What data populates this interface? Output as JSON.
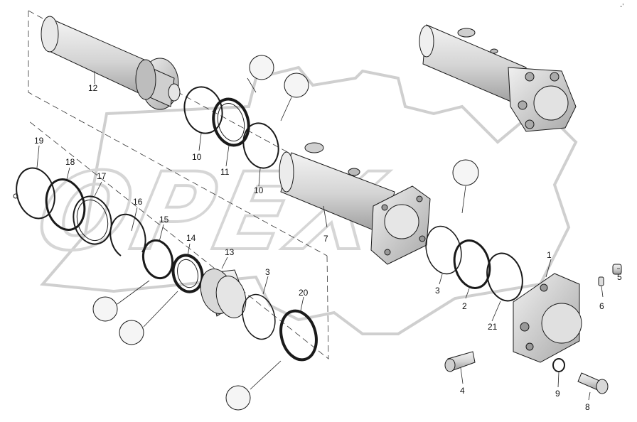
{
  "watermark": {
    "text": "OPEX"
  },
  "corner_mark": "-'",
  "callouts": {
    "c1": "1",
    "c2": "2",
    "c3a": "3",
    "c3b": "3",
    "c4": "4",
    "c5": "5",
    "c6": "6",
    "c7": "7",
    "c8": "8",
    "c9": "9",
    "c10a": "10",
    "c10b": "10",
    "c11": "11",
    "c12": "12",
    "c13": "13",
    "c14": "14",
    "c15": "15",
    "c16": "16",
    "c17": "17",
    "c18": "18",
    "c19": "19",
    "c20": "20",
    "c21": "21"
  }
}
